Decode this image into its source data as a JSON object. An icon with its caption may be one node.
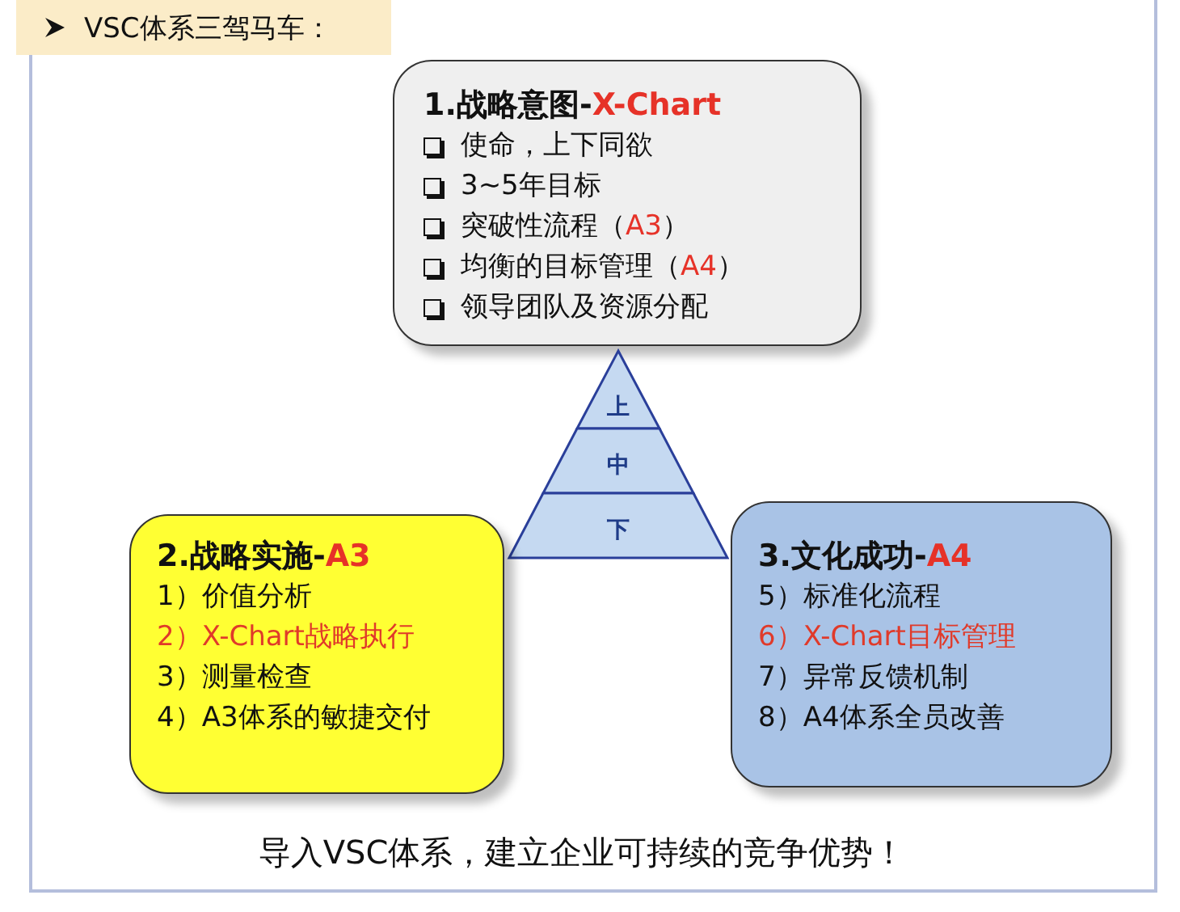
{
  "diagram": {
    "title": "VSC体系三驾马车：",
    "nodes": [
      {
        "text": [
          "1.战略意图-X-Chart",
          "使命，上下同欲",
          "3~5年目标",
          "突破性流程（A3）",
          "均衡的目标管理（A4）",
          "领导团队及资源分配"
        ]
      },
      {
        "text": [
          "上"
        ]
      },
      {
        "text": [
          "中"
        ]
      },
      {
        "text": [
          "下"
        ]
      },
      {
        "text": [
          "2.战略实施-A3",
          "1）价值分析",
          "2）X-Chart战略执行",
          "3）测量检查",
          "4）A3体系的敏捷交付"
        ]
      },
      {
        "text": [
          "3.文化成功-A4",
          "5）标准化流程",
          "6）X-Chart目标管理",
          "7）异常反馈机制",
          "8）A4体系全员改善"
        ]
      }
    ],
    "labels": [
      "导入VSC体系，建立企业可持续的竞争优势！"
    ]
  }
}
